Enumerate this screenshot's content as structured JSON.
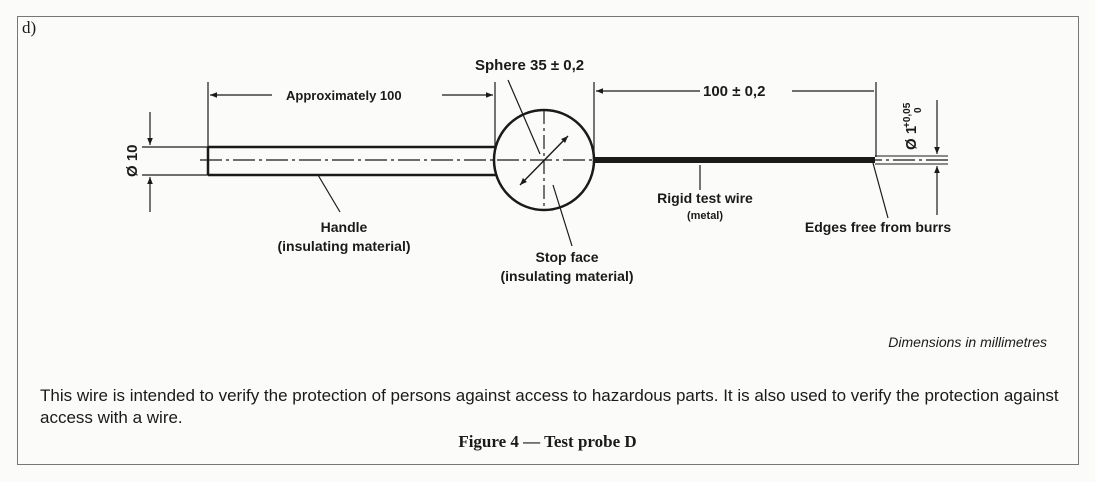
{
  "figure": {
    "panel_label": "d)",
    "labels": {
      "sphere": "Sphere 35 ± 0,2",
      "approx_length": "Approximately 100",
      "wire_length": "100 ± 0,2",
      "handle_diameter": "Ø 10",
      "wire_diameter": "Ø 1",
      "wire_tol_upper": "+0,05",
      "wire_tol_lower": "0",
      "handle": "Handle",
      "handle_sub": "(insulating material)",
      "stop_face": "Stop face",
      "stop_face_sub": "(insulating material)",
      "wire": "Rigid test wire",
      "wire_sub": "(metal)",
      "edges": "Edges free from burrs"
    },
    "units_note": "Dimensions in millimetres",
    "description": "This wire is intended to verify the protection of persons against access to hazardous parts. It is also used to verify the protection against access with a wire.",
    "caption": "Figure 4 — Test probe D"
  },
  "watermark": {
    "color": "#e8a4a4"
  }
}
